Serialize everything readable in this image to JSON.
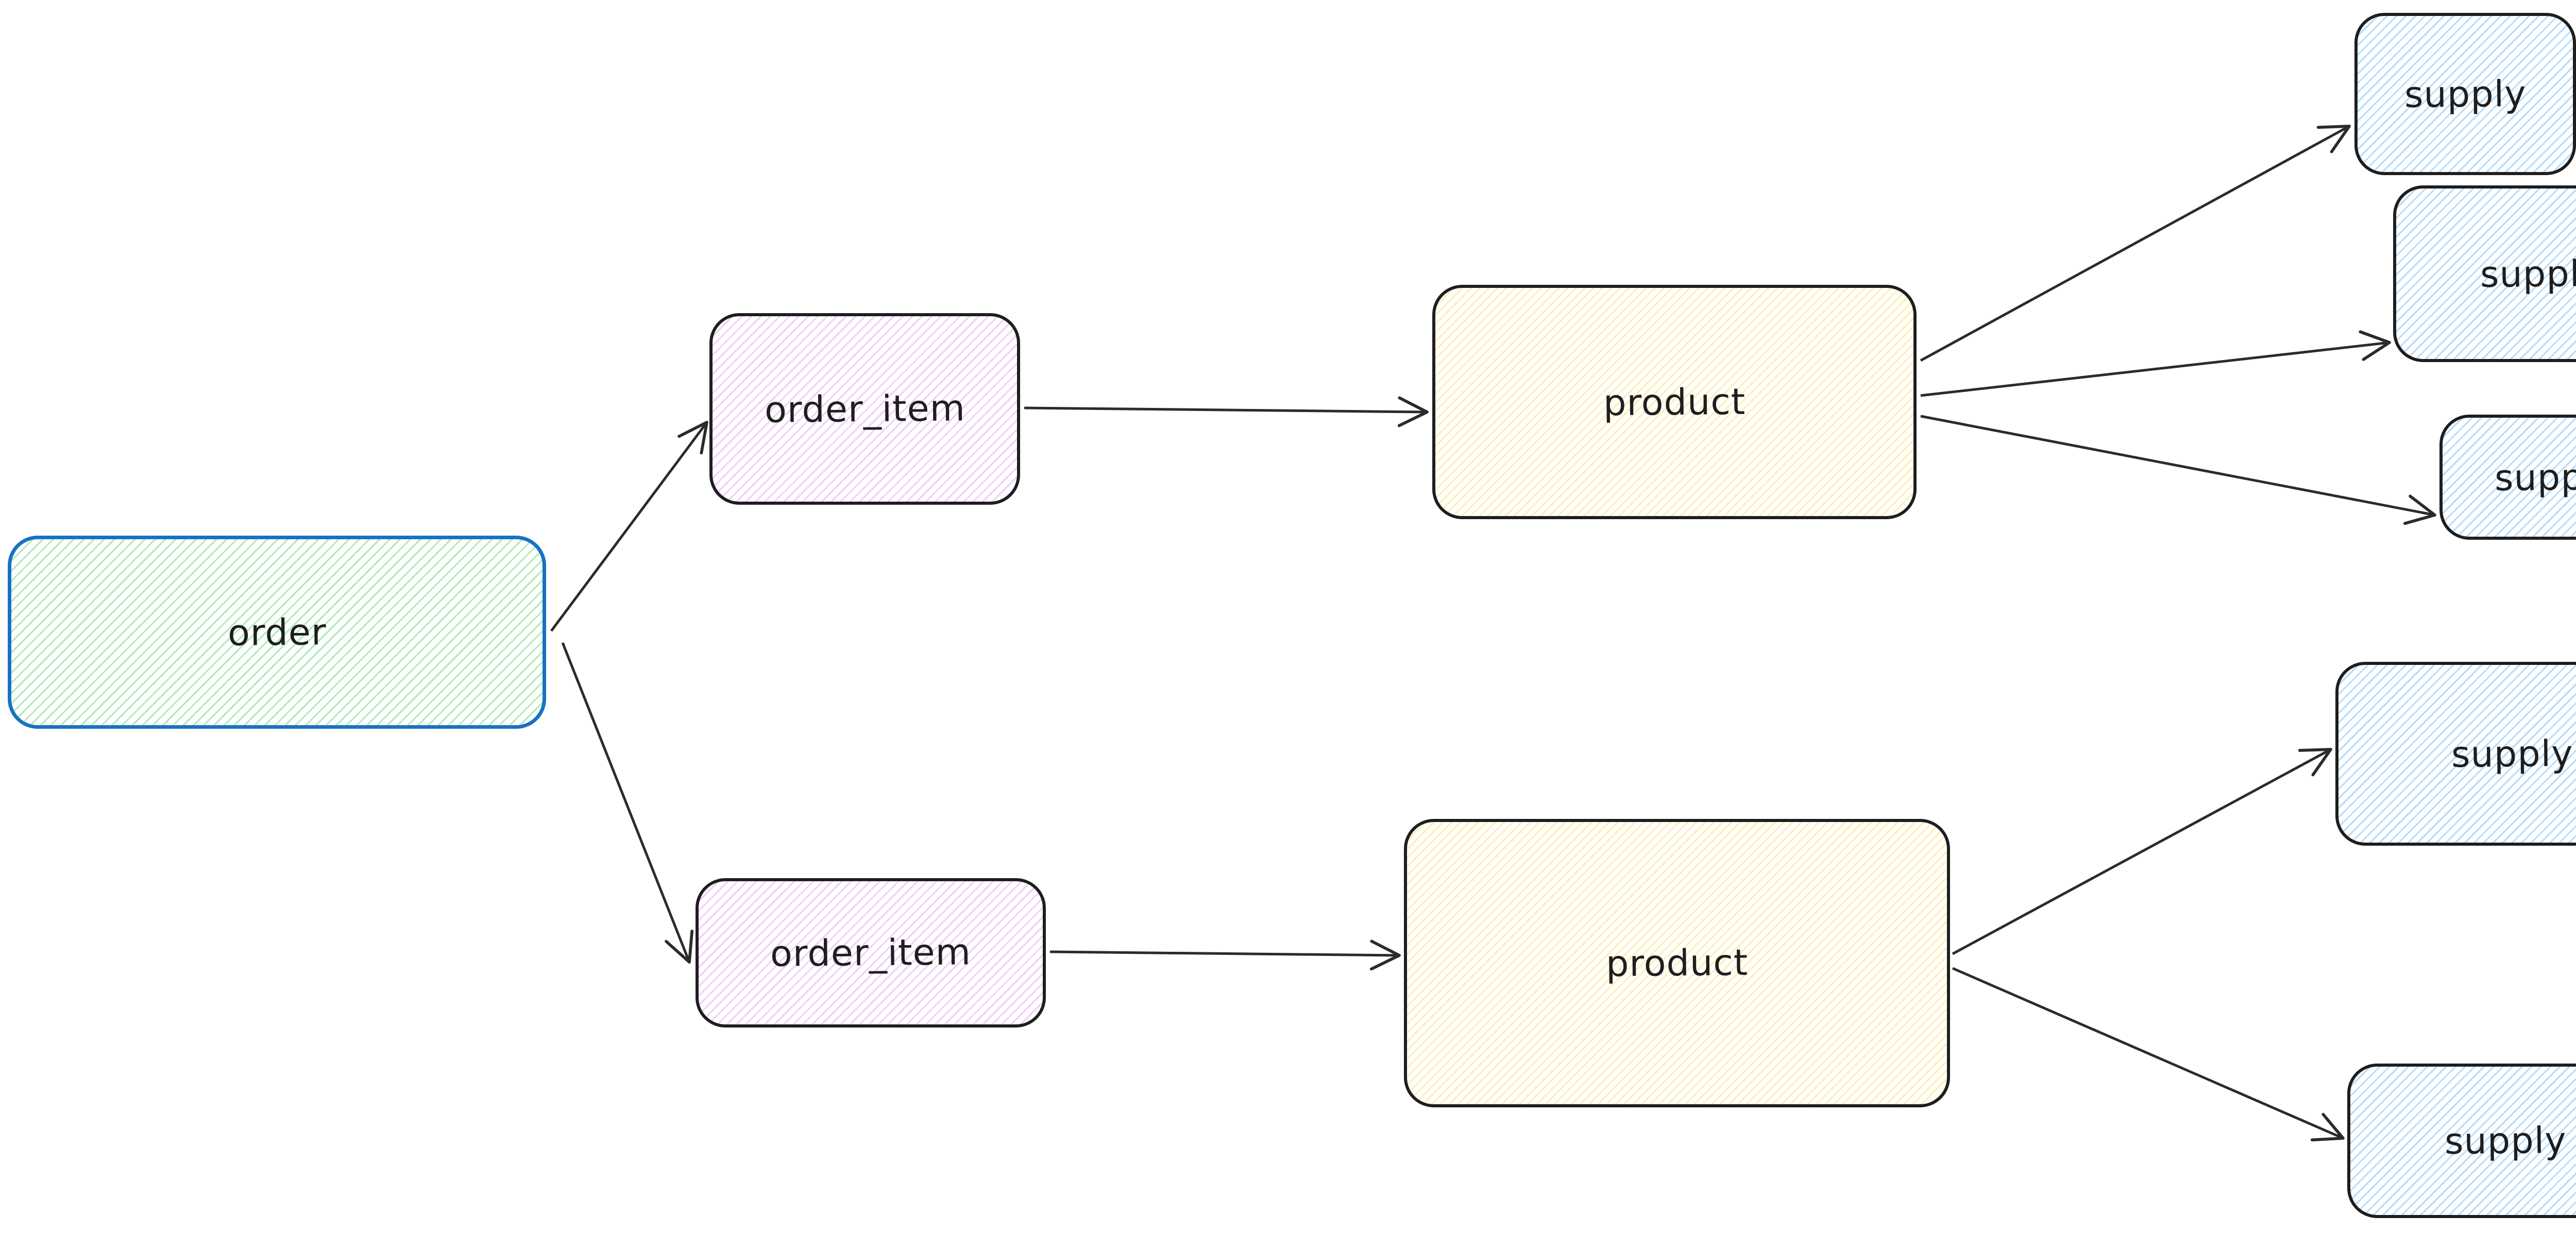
{
  "diagram": {
    "background": "#ffffff",
    "arrow_color": "#2b2b2b",
    "text_color": "#1e1e1e"
  },
  "nodes": {
    "order": {
      "label": "order",
      "fill_hachure": "#69db7c",
      "border": "#1971c2"
    },
    "order_item_1": {
      "label": "order_item",
      "fill_hachure": "#e599f7",
      "border": "#1e1e1e"
    },
    "order_item_2": {
      "label": "order_item",
      "fill_hachure": "#e599f7",
      "border": "#1e1e1e"
    },
    "product_1": {
      "label": "product",
      "fill_hachure": "#ffd43b",
      "border": "#1e1e1e"
    },
    "product_2": {
      "label": "product",
      "fill_hachure": "#ffd43b",
      "border": "#1e1e1e"
    },
    "supply_1": {
      "label": "supply",
      "fill_hachure": "#74c0fc",
      "border": "#1e1e1e"
    },
    "supply_2": {
      "label": "supply",
      "fill_hachure": "#74c0fc",
      "border": "#1e1e1e"
    },
    "supply_3": {
      "label": "supply",
      "fill_hachure": "#74c0fc",
      "border": "#1e1e1e"
    },
    "supply_4": {
      "label": "supply",
      "fill_hachure": "#74c0fc",
      "border": "#1e1e1e"
    },
    "supply_5": {
      "label": "supply",
      "fill_hachure": "#74c0fc",
      "border": "#1e1e1e"
    }
  },
  "edges": [
    {
      "from": "order",
      "to": "order_item_1"
    },
    {
      "from": "order",
      "to": "order_item_2"
    },
    {
      "from": "order_item_1",
      "to": "product_1"
    },
    {
      "from": "order_item_2",
      "to": "product_2"
    },
    {
      "from": "product_1",
      "to": "supply_1"
    },
    {
      "from": "product_1",
      "to": "supply_2"
    },
    {
      "from": "product_1",
      "to": "supply_3"
    },
    {
      "from": "product_2",
      "to": "supply_4"
    },
    {
      "from": "product_2",
      "to": "supply_5"
    }
  ]
}
